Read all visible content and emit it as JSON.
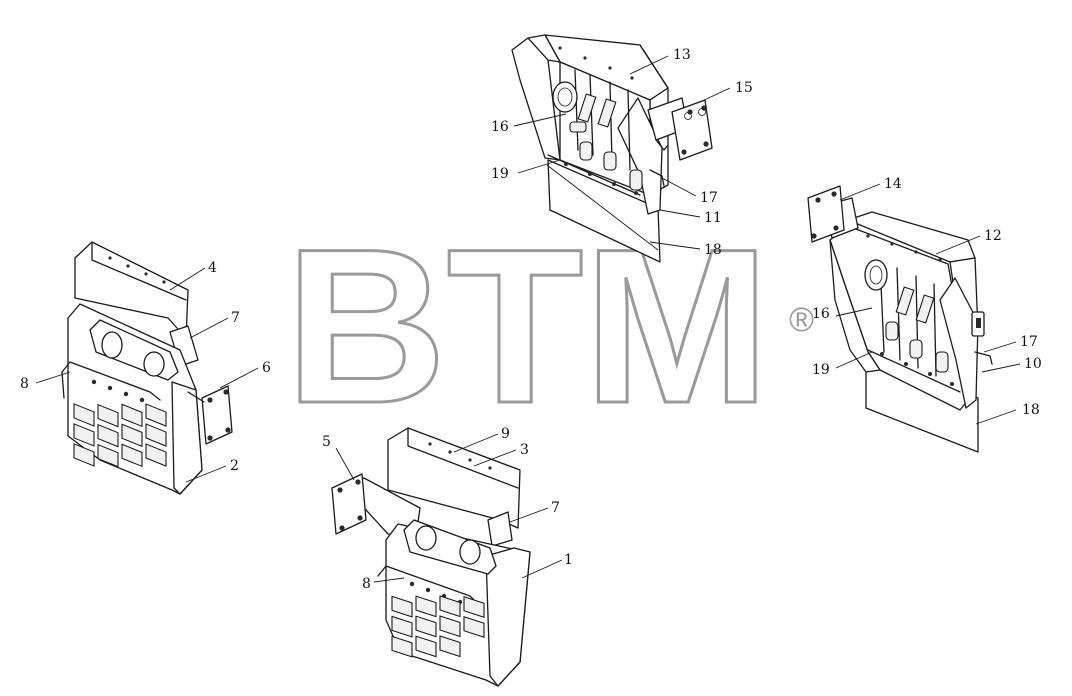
{
  "watermark": {
    "text": "BTM",
    "registered_mark": "®",
    "color": "#9a9a9a"
  },
  "labels": [
    {
      "id": "c-13",
      "text": "13"
    },
    {
      "id": "c-15",
      "text": "15"
    },
    {
      "id": "c-16a",
      "text": "16"
    },
    {
      "id": "c-19a",
      "text": "19"
    },
    {
      "id": "c-17a",
      "text": "17"
    },
    {
      "id": "c-11",
      "text": "11"
    },
    {
      "id": "c-18a",
      "text": "18"
    },
    {
      "id": "c-14",
      "text": "14"
    },
    {
      "id": "c-12",
      "text": "12"
    },
    {
      "id": "c-16b",
      "text": "16"
    },
    {
      "id": "c-19b",
      "text": "19"
    },
    {
      "id": "c-17b",
      "text": "17"
    },
    {
      "id": "c-10",
      "text": "10"
    },
    {
      "id": "c-18b",
      "text": "18"
    },
    {
      "id": "c-4",
      "text": "4"
    },
    {
      "id": "c-7a",
      "text": "7"
    },
    {
      "id": "c-6",
      "text": "6"
    },
    {
      "id": "c-8a",
      "text": "8"
    },
    {
      "id": "c-2",
      "text": "2"
    },
    {
      "id": "c-9",
      "text": "9"
    },
    {
      "id": "c-3",
      "text": "3"
    },
    {
      "id": "c-5",
      "text": "5"
    },
    {
      "id": "c-7b",
      "text": "7"
    },
    {
      "id": "c-8b",
      "text": "8"
    },
    {
      "id": "c-1",
      "text": "1"
    }
  ]
}
